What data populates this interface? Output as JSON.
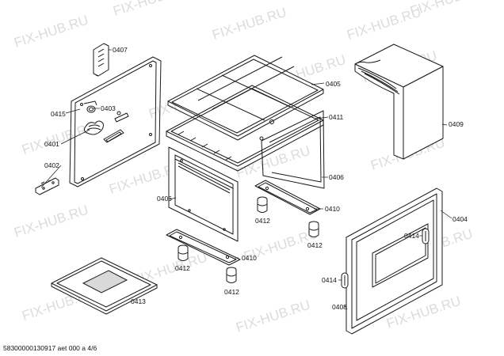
{
  "watermark": "FIX-HUB.RU",
  "footer": "58300000130917 aet 000 a 4/6",
  "labels": {
    "p0407": "0407",
    "p0415": "0415",
    "p0403": "0403",
    "p0401": "0401",
    "p0402": "0402",
    "p0406a": "0406",
    "p0405": "0405",
    "p0411": "0411",
    "p0406b": "0406",
    "p0410a": "0410",
    "p0412a": "0412",
    "p0412b": "0412",
    "p0410b": "0410",
    "p0412c": "0412",
    "p0412d": "0412",
    "p0413": "0413",
    "p0409": "0409",
    "p0404": "0404",
    "p0414a": "0414",
    "p0414b": "0414",
    "p0408": "0408"
  }
}
